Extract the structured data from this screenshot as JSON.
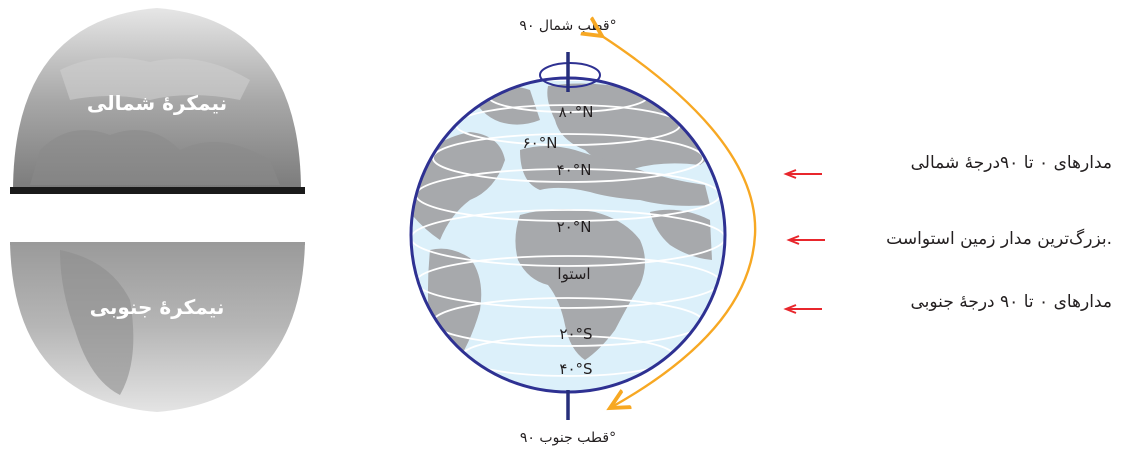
{
  "hemispheres": {
    "northern_label": "نیمکرهٔ شمالی",
    "southern_label": "نیمکرهٔ جنوبی"
  },
  "poles": {
    "north_label": "قطب شمال ۹۰°",
    "south_label": "قطب جنوب ۹۰°"
  },
  "latitudes": {
    "n80": "۸۰°N",
    "n60": "۶۰°N",
    "n40": "۴۰°N",
    "n20": "۲۰°N",
    "equator": "استوا",
    "s20": "۲۰°S",
    "s40": "۴۰°S"
  },
  "annotations": {
    "northern_parallels": "مدارهای ۰ تا ۹۰درجهٔ شمالی",
    "equator_note": "بزرگ‌ترین مدار زمین استواست.",
    "southern_parallels": "مدارهای ۰ تا ۹۰ درجهٔ جنوبی"
  },
  "colors": {
    "ocean": "#dcf0fa",
    "land": "#a7a9ac",
    "globe_outline": "#2e3192",
    "axis": "#262e7a",
    "arc": "#f7a823",
    "pointer_arrow": "#e8262c"
  }
}
